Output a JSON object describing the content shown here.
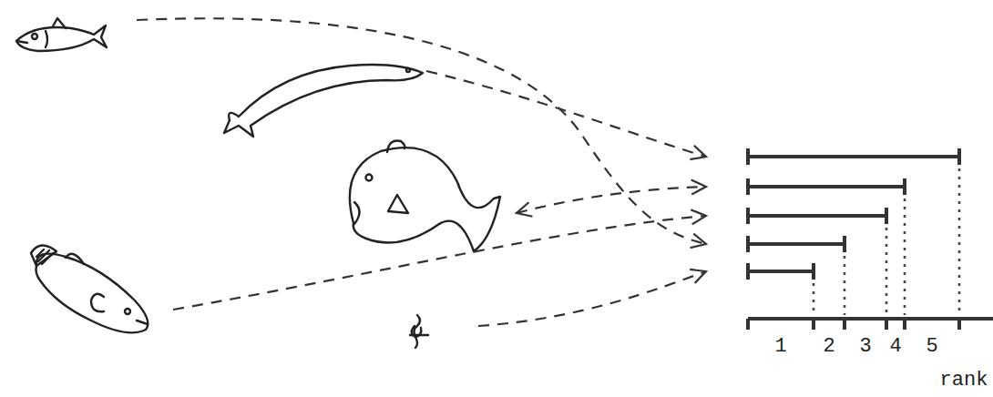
{
  "diagram": {
    "labels": [
      "1",
      "2",
      "3",
      "4",
      "5",
      "rank"
    ]
  }
}
